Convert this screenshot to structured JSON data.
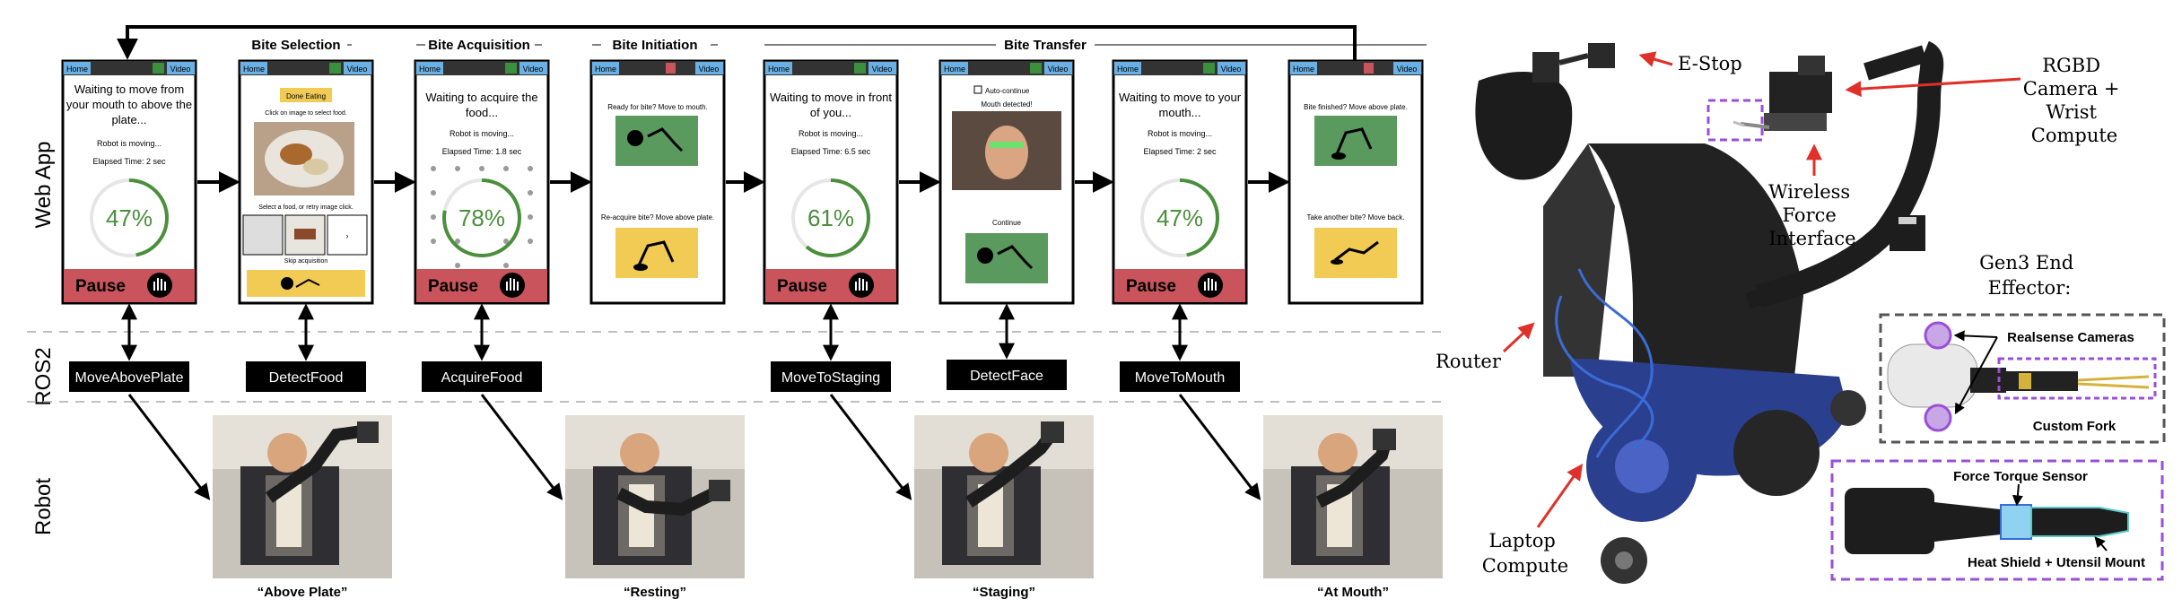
{
  "rows": {
    "web_app": "Web App",
    "ros2": "ROS2",
    "robot": "Robot"
  },
  "phases": {
    "bite_selection": "Bite Selection",
    "bite_acquisition": "Bite Acquisition",
    "bite_initiation": "Bite Initiation",
    "bite_transfer": "Bite Transfer"
  },
  "common": {
    "home": "Home",
    "video": "Video",
    "pause": "Pause"
  },
  "screens": {
    "s1": {
      "status": "Waiting to move from your mouth to above the plate...",
      "sub1": "Robot is moving...",
      "sub2": "Elapsed Time: 2 sec",
      "percent": "47%",
      "progress": 0.47
    },
    "s2": {
      "done": "Done Eating",
      "instruction": "Click on image to select food.",
      "prompt": "Select a food, or retry image click.",
      "skip": "Skip acquisition"
    },
    "s3": {
      "status": "Waiting to acquire the food...",
      "sub1": "Robot is moving...",
      "sub2": "Elapsed Time: 1.8 sec",
      "percent": "78%",
      "progress": 0.78
    },
    "s4": {
      "ready": "Ready for bite? Move to mouth.",
      "reacquire": "Re-acquire bite? Move above plate."
    },
    "s5": {
      "status": "Waiting to move in front of you...",
      "sub1": "Robot is moving...",
      "sub2": "Elapsed Time: 6.5 sec",
      "percent": "61%",
      "progress": 0.61
    },
    "s6": {
      "auto": "Auto-continue",
      "detected": "Mouth detected!",
      "continue": "Continue"
    },
    "s7": {
      "status": "Waiting to move to your mouth...",
      "sub1": "Robot is moving...",
      "sub2": "Elapsed Time: 2 sec",
      "percent": "47%",
      "progress": 0.47
    },
    "s8": {
      "finished": "Bite finished? Move above plate.",
      "another": "Take another bite? Move back."
    }
  },
  "ros_actions": [
    "MoveAbovePlate",
    "DetectFood",
    "AcquireFood",
    "MoveToStaging",
    "DetectFace",
    "MoveToMouth"
  ],
  "robot_captions": [
    "“Above Plate”",
    "“Resting”",
    "“Staging”",
    "“At Mouth”"
  ],
  "hardware_labels": {
    "estop": "E-Stop",
    "camera": [
      "RGBD",
      "Camera +",
      "Wrist",
      "Compute"
    ],
    "wireless": [
      "Wireless",
      "Force",
      "Interface"
    ],
    "router": "Router",
    "laptop": [
      "Laptop",
      "Compute"
    ],
    "gen3": [
      "Gen3 End",
      "Effector:"
    ],
    "realsense": "Realsense Cameras",
    "custom_fork": "Custom Fork",
    "ft_sensor": "Force Torque Sensor",
    "heat_shield": "Heat Shield + Utensil Mount"
  },
  "colors": {
    "green": "#5a9a5e",
    "yellow": "#f2cb55",
    "red": "#c9545b",
    "ring": "#4a8f3c",
    "purple": "#9b4fd6",
    "blue": "#3a6cd6"
  }
}
